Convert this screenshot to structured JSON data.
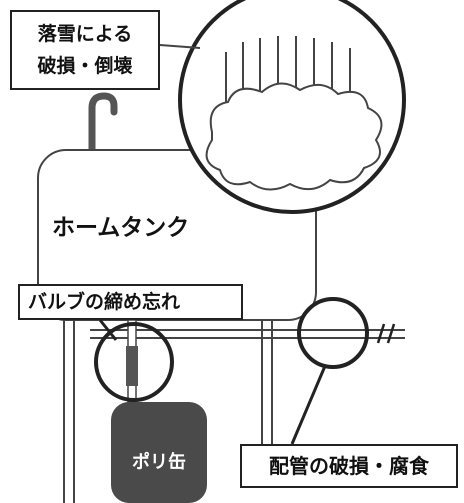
{
  "labels": {
    "snow_damage": [
      "落雪による",
      "破損・倒壊"
    ],
    "tank": "ホームタンク",
    "valve": "バルブの締め忘れ",
    "can": "ポリ缶",
    "pipe": "配管の破損・腐食"
  },
  "colors": {
    "line": "#222222",
    "tank_outline": "#444444",
    "can_fill": "#4a4a4a",
    "valve_fill": "#555555"
  }
}
